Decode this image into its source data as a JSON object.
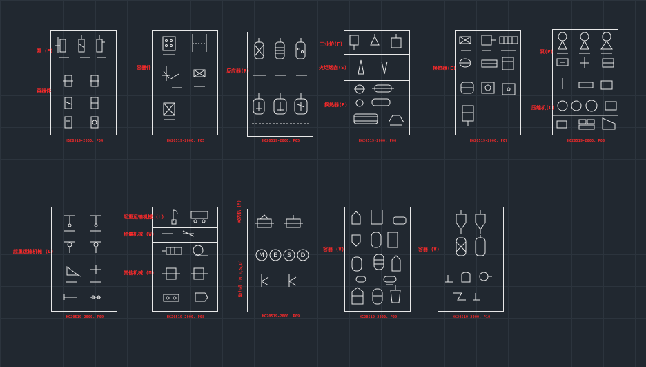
{
  "workspace": {
    "background": "#212830",
    "grid_color": "#2c343d",
    "line_color": "#e8e8e8",
    "annotation_color": "#ff2a2a"
  },
  "sheets": [
    {
      "id": "s1",
      "caption": "HG20519-2000. P04",
      "labels": [
        "泵 (P)",
        "容器件"
      ]
    },
    {
      "id": "s2",
      "caption": "HG20519-2000. P05",
      "labels": [
        "容器件"
      ]
    },
    {
      "id": "s3",
      "caption": "HG20519-2000. P05",
      "labels": [
        "反应器(R)"
      ]
    },
    {
      "id": "s4",
      "caption": "HG20519-2000. P06",
      "labels": [
        "工业炉(F)",
        "火炬烟囱(S)",
        "换热器(E)"
      ]
    },
    {
      "id": "s5",
      "caption": "HG20519-2000. P07",
      "labels": [
        "换热器(E)"
      ]
    },
    {
      "id": "s6",
      "caption": "HG20519-2000. P08",
      "labels": [
        "泵(P)",
        "压缩机(C)"
      ]
    },
    {
      "id": "s7",
      "caption": "HG20519-2000. P09",
      "labels": [
        "起重运输机械 (L)"
      ]
    },
    {
      "id": "s8",
      "caption": "HG20519-2000. P08",
      "labels": [
        "起重运输机械 (L)",
        "称量机械 (W)",
        "其他机械 (M)"
      ]
    },
    {
      "id": "s9",
      "caption": "HG20519-2000. P09",
      "labels": [
        "动力机 (M)",
        "动力机 (M,E,S,D)"
      ]
    },
    {
      "id": "s10",
      "caption": "HG20519-2000. P09",
      "labels": [
        "容器 (V)"
      ]
    },
    {
      "id": "s11",
      "caption": "HG20519-2000. P10",
      "labels": [
        "容器 (V)"
      ]
    }
  ]
}
